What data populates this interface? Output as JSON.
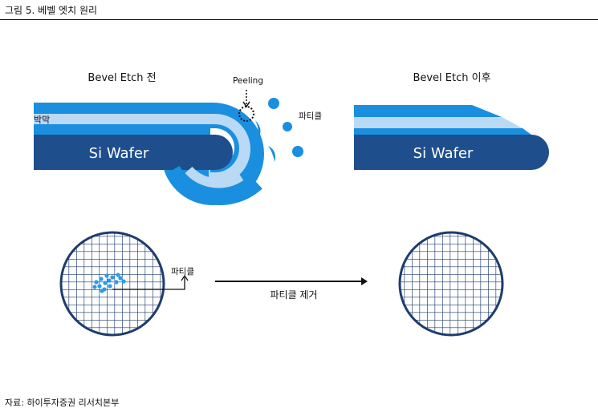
{
  "figure": {
    "title": "그림 5. 베벨 엣치 원리",
    "source": "자료: 하이투자증권 리서치본부"
  },
  "before": {
    "heading": "Bevel Etch 전",
    "film_label": "박막",
    "wafer_label": "Si Wafer",
    "peeling_label": "Peeling",
    "particle_label": "파티클"
  },
  "after": {
    "heading": "Bevel Etch 이후",
    "wafer_label": "Si Wafer"
  },
  "bottom": {
    "particle_label": "파티클",
    "arrow_label": "파티클 제거"
  },
  "colors": {
    "navy": "#1F4E8C",
    "mid_blue": "#1A8FE0",
    "light_blue": "#B9D9F4",
    "grid_blue": "#1F3C6E"
  }
}
